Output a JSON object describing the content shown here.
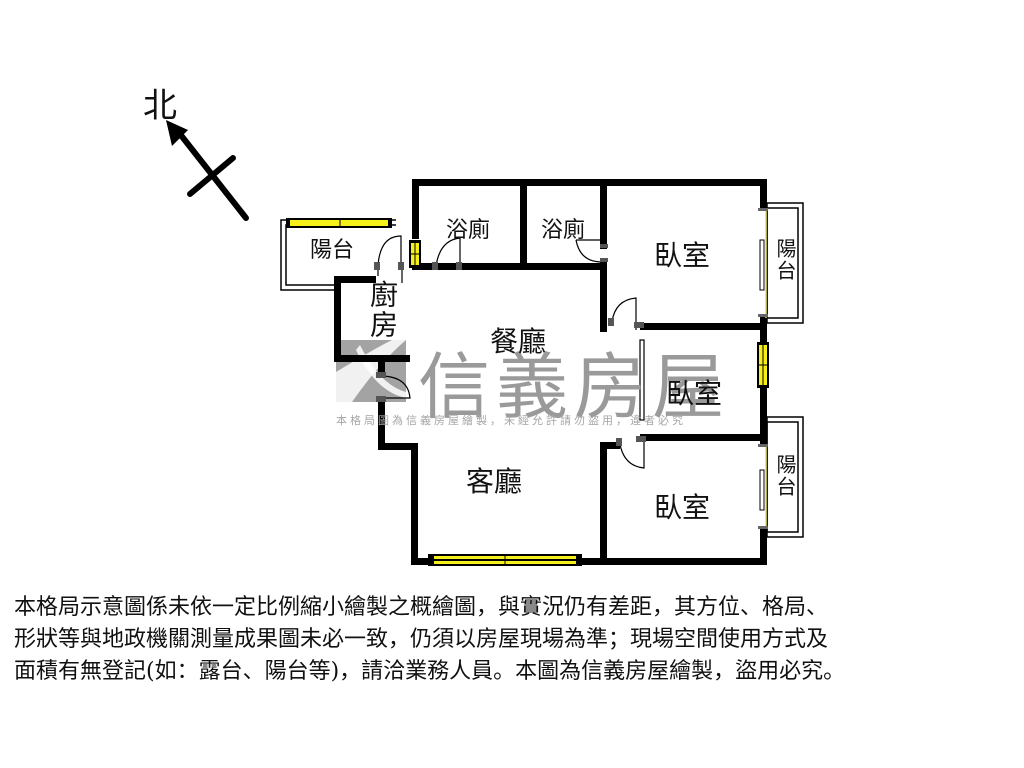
{
  "compass": {
    "label": "北",
    "icon": "north-arrow-icon"
  },
  "rooms": {
    "balcony_nw": "陽台",
    "bath_1": "浴廁",
    "bath_2": "浴廁",
    "kitchen": "廚房",
    "dining": "餐廳",
    "bedroom_1": "臥室",
    "balcony_e1": "陽台",
    "bedroom_2": "臥室",
    "living": "客廳",
    "bedroom_3": "臥室",
    "balcony_e2": "陽台"
  },
  "watermark": {
    "brand": "信義房屋",
    "notice": "本格局圖為信義房屋繪製，未經允許請勿盜用，違者必究"
  },
  "colors": {
    "wall": "#000000",
    "window": "#f5ef1a",
    "watermark": "#9a9a9a"
  },
  "disclaimer": {
    "lines": [
      "本格局示意圖係未依一定比例縮小繪製之概繪圖，與實況仍有差距，其方位、格局、",
      "形狀等與地政機關測量成果圖未必一致，仍須以房屋現場為準；現場空間使用方式及",
      "面積有無登記(如：露台、陽台等)，請洽業務人員。本圖為信義房屋繪製，盜用必究。"
    ]
  }
}
